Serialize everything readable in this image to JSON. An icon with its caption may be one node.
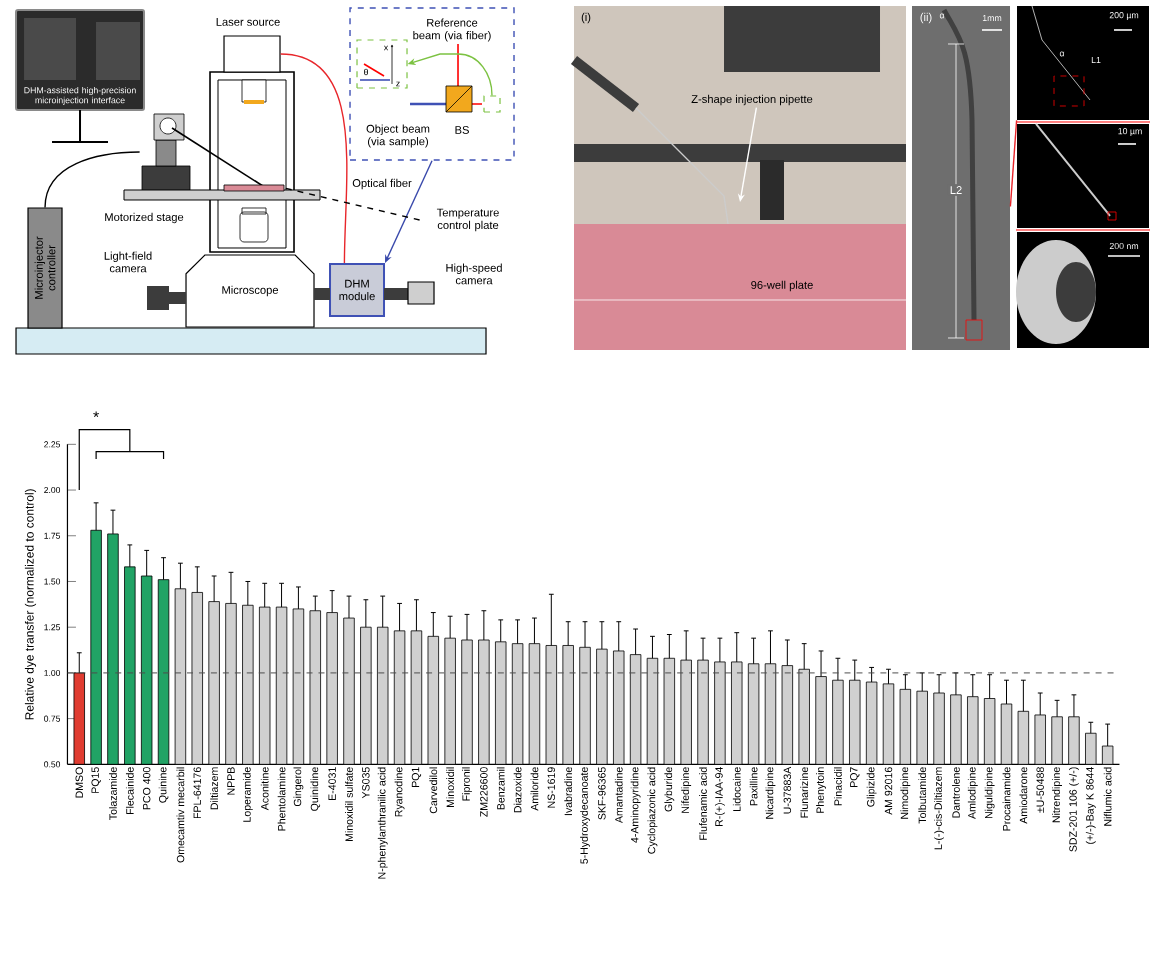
{
  "diagram": {
    "nodes": [
      {
        "text": [
          "DHM-assisted high-precision microinjection interface"
        ]
      },
      {
        "text": [
          "Laser source"
        ]
      },
      {
        "text": [
          "Reference beam (via fiber)",
          "Object beam (via sample)"
        ]
      },
      {
        "text": [
          "x",
          "z",
          "θ"
        ],
        "in": 2
      },
      {
        "text": [
          "BS"
        ],
        "in": 2
      },
      {
        "text": [
          "Microinjector controller"
        ]
      },
      {
        "text": [],
        "shape": "picture"
      },
      {
        "text": [
          "Motorized stage"
        ]
      },
      {
        "text": [],
        "shape": "box"
      },
      {
        "text": [
          "Temperature control plate"
        ]
      },
      {
        "text": [
          "Microscope"
        ]
      },
      {
        "text": [
          "Light-field camera"
        ]
      },
      {
        "text": [
          "DHM module"
        ]
      },
      {
        "text": [
          "High-speed camera"
        ]
      },
      {
        "text": [
          "(i)",
          "96-well plate"
        ]
      },
      {
        "text": [
          "Z-shape injection pipette"
        ],
        "in": 14
      },
      {
        "text": [
          "(ii)",
          "α",
          "1mm",
          "L2"
        ]
      },
      {
        "text": [
          "200 µm",
          "α",
          "L1"
        ]
      },
      {
        "text": [
          "10 µm"
        ]
      },
      {
        "text": [
          "200 nm"
        ]
      },
      {
        "text": [],
        "shape": "box",
        "in": 2
      }
    ],
    "edges": [
      {
        "from": 1,
        "to": 12,
        "arrow": "none",
        "color": "#e8262b"
      },
      {
        "from": 2,
        "to": 12,
        "arrow": "to",
        "color": "#3949ab"
      },
      {
        "from": 9,
        "to": 8,
        "arrow": "none",
        "style": "dashed",
        "color": "#000000"
      },
      {
        "from": 5,
        "to": 6,
        "arrow": "none",
        "color": "#000000"
      },
      {
        "from": 15,
        "to": null,
        "arrow": "to",
        "color": "#ffffff"
      },
      {
        "from": 20,
        "to": 3,
        "arrow": "to",
        "color": "#7cc242"
      },
      {
        "from": 16,
        "to": 17,
        "arrow": "none",
        "color": "#e8262b"
      }
    ],
    "labels": [
      "Optical fiber"
    ],
    "chart_data": {
      "type": "bar",
      "ylabel": "Relative dye transfer (normalized to control)",
      "categories": [
        "DMSO",
        "PQ15",
        "Tolazamide",
        "Flecainide",
        "PCO 400",
        "Quinine",
        "Omecamtiv mecarbil",
        "FPL-64176",
        "Diltiazem",
        "NPPB",
        "Loperamide",
        "Aconitine",
        "Phentolamine",
        "Gingerol",
        "Quinidine",
        "E-4031",
        "Minoxidil sulfate",
        "YS035",
        "N-phenylanthranilic acid",
        "Ryanodine",
        "PQ1",
        "Carvedilol",
        "Minoxidil",
        "Fipronil",
        "ZM226600",
        "Benzamil",
        "Diazoxide",
        "Amiloride",
        "NS-1619",
        "Ivabradine",
        "5-Hydroxydecanoate",
        "SKF-96365",
        "Amantadine",
        "4-Aminopyridine",
        "Cyclopiazonic acid",
        "Glyburide",
        "Nifedipine",
        "Flufenamic acid",
        "R-(+)-IAA-94",
        "Lidocaine",
        "Paxilline",
        "Nicardipine",
        "U-37883A",
        "Flunarizine",
        "Phenytoin",
        "Pinacidil",
        "PQ7",
        "Glipizide",
        "AM 92016",
        "Nimodipine",
        "Tolbutamide",
        "L-(-)-cis-Diltiazem",
        "Dantrolene",
        "Amlodipine",
        "Niguldipine",
        "Procainamide",
        "Amiodarone",
        "±U-50488",
        "Nitrendipine",
        "SDZ-201 106 (+/-)",
        "(+/-)-Bay K 8644",
        "Niflumic acid"
      ],
      "series": [
        {
          "color": "#e03c31",
          "values": [
            1.0,
            null,
            null,
            null,
            null,
            null,
            null,
            null,
            null,
            null,
            null,
            null,
            null,
            null,
            null,
            null,
            null,
            null,
            null,
            null,
            null,
            null,
            null,
            null,
            null,
            null,
            null,
            null,
            null,
            null,
            null,
            null,
            null,
            null,
            null,
            null,
            null,
            null,
            null,
            null,
            null,
            null,
            null,
            null,
            null,
            null,
            null,
            null,
            null,
            null,
            null,
            null,
            null,
            null,
            null,
            null,
            null,
            null,
            null,
            null,
            null,
            null
          ],
          "errors": [
            0.11,
            null,
            null,
            null,
            null,
            null,
            null,
            null,
            null,
            null,
            null,
            null,
            null,
            null,
            null,
            null,
            null,
            null,
            null,
            null,
            null,
            null,
            null,
            null,
            null,
            null,
            null,
            null,
            null,
            null,
            null,
            null,
            null,
            null,
            null,
            null,
            null,
            null,
            null,
            null,
            null,
            null,
            null,
            null,
            null,
            null,
            null,
            null,
            null,
            null,
            null,
            null,
            null,
            null,
            null,
            null,
            null,
            null,
            null,
            null,
            null,
            null
          ]
        },
        {
          "color": "#21a365",
          "values": [
            null,
            1.78,
            1.76,
            1.58,
            1.53,
            1.51,
            null,
            null,
            null,
            null,
            null,
            null,
            null,
            null,
            null,
            null,
            null,
            null,
            null,
            null,
            null,
            null,
            null,
            null,
            null,
            null,
            null,
            null,
            null,
            null,
            null,
            null,
            null,
            null,
            null,
            null,
            null,
            null,
            null,
            null,
            null,
            null,
            null,
            null,
            null,
            null,
            null,
            null,
            null,
            null,
            null,
            null,
            null,
            null,
            null,
            null,
            null,
            null,
            null,
            null,
            null,
            null
          ],
          "errors": [
            null,
            0.15,
            0.13,
            0.12,
            0.14,
            0.12,
            null,
            null,
            null,
            null,
            null,
            null,
            null,
            null,
            null,
            null,
            null,
            null,
            null,
            null,
            null,
            null,
            null,
            null,
            null,
            null,
            null,
            null,
            null,
            null,
            null,
            null,
            null,
            null,
            null,
            null,
            null,
            null,
            null,
            null,
            null,
            null,
            null,
            null,
            null,
            null,
            null,
            null,
            null,
            null,
            null,
            null,
            null,
            null,
            null,
            null,
            null,
            null,
            null,
            null,
            null,
            null
          ]
        },
        {
          "color": "#d0d0d0",
          "values": [
            null,
            null,
            null,
            null,
            null,
            null,
            1.46,
            1.44,
            1.39,
            1.38,
            1.37,
            1.36,
            1.36,
            1.35,
            1.34,
            1.33,
            1.3,
            1.25,
            1.25,
            1.23,
            1.23,
            1.2,
            1.19,
            1.18,
            1.18,
            1.17,
            1.16,
            1.16,
            1.15,
            1.15,
            1.14,
            1.13,
            1.12,
            1.1,
            1.08,
            1.08,
            1.07,
            1.07,
            1.06,
            1.06,
            1.05,
            1.05,
            1.04,
            1.02,
            0.98,
            0.96,
            0.96,
            0.95,
            0.94,
            0.91,
            0.9,
            0.89,
            0.88,
            0.87,
            0.86,
            0.83,
            0.79,
            0.77,
            0.76,
            0.76,
            0.67,
            0.6
          ],
          "errors": [
            null,
            null,
            null,
            null,
            null,
            null,
            0.14,
            0.14,
            0.14,
            0.17,
            0.13,
            0.13,
            0.13,
            0.12,
            0.08,
            0.12,
            0.12,
            0.15,
            0.17,
            0.15,
            0.17,
            0.13,
            0.12,
            0.14,
            0.16,
            0.12,
            0.13,
            0.14,
            0.28,
            0.13,
            0.14,
            0.15,
            0.16,
            0.14,
            0.12,
            0.13,
            0.16,
            0.12,
            0.13,
            0.16,
            0.14,
            0.18,
            0.14,
            0.14,
            0.14,
            0.12,
            0.11,
            0.08,
            0.08,
            0.08,
            0.1,
            0.1,
            0.12,
            0.12,
            0.13,
            0.13,
            0.17,
            0.12,
            0.09,
            0.12,
            0.06,
            0.12
          ]
        }
      ],
      "ylim": [
        0.5,
        2.25
      ],
      "yticks": [
        {
          "value": 0.5,
          "label": "0.50"
        },
        {
          "value": 0.75,
          "label": "0.75"
        },
        {
          "value": 1.0,
          "label": "1.00"
        },
        {
          "value": 1.25,
          "label": "1.25"
        },
        {
          "value": 1.5,
          "label": "1.50"
        },
        {
          "value": 1.75,
          "label": "1.75"
        },
        {
          "value": 2.0,
          "label": "2.00"
        },
        {
          "value": 2.25,
          "label": "2.25"
        }
      ],
      "ref_lines": [
        {
          "axis": "y",
          "value": 1.0
        }
      ],
      "annotations": [
        "*"
      ]
    }
  }
}
